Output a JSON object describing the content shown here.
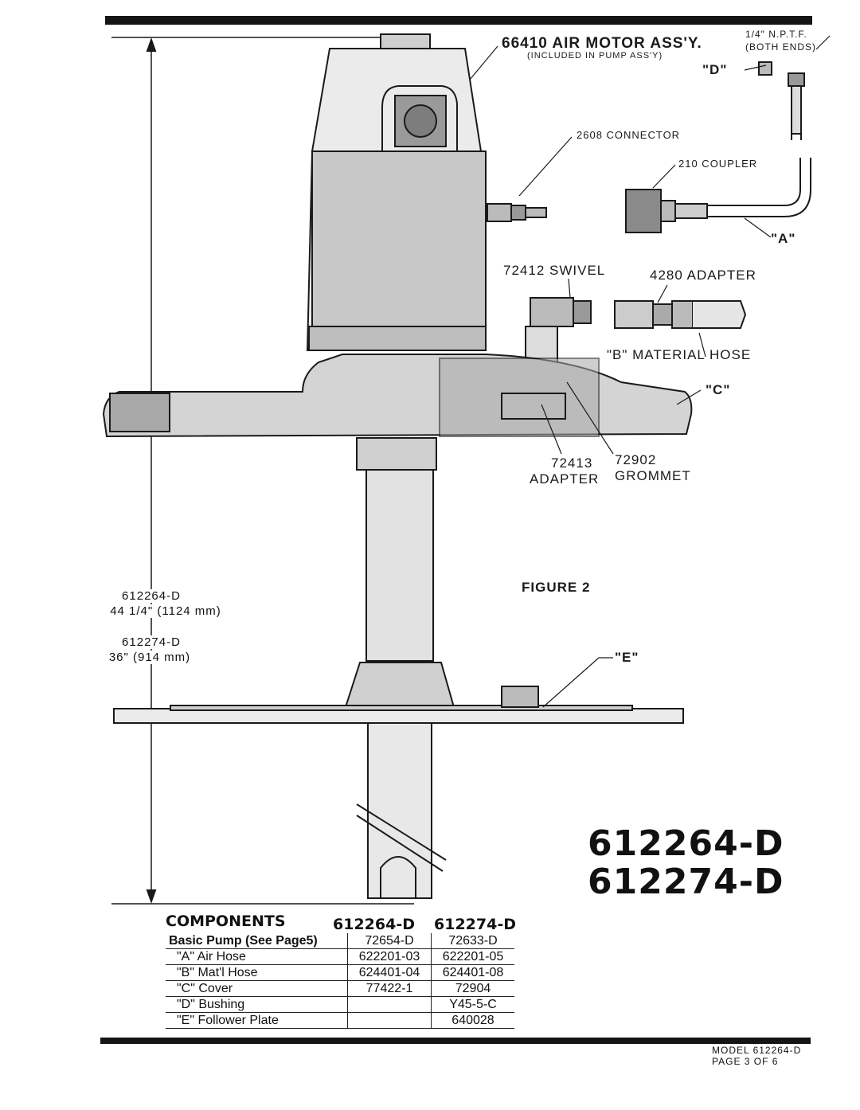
{
  "header": {
    "air_motor_title": "66410 AIR MOTOR ASS'Y.",
    "air_motor_sub": "(INCLUDED IN PUMP ASS'Y)"
  },
  "labels": {
    "nptf": "1/4\" N.P.T.F.",
    "both_ends": "(BOTH ENDS)",
    "d": "\"D\"",
    "connector": "2608 CONNECTOR",
    "coupler": "210 COUPLER",
    "a": "\"A\"",
    "swivel": "72412 SWIVEL",
    "adapter4280": "4280 ADAPTER",
    "b_material": "\"B\" MATERIAL HOSE",
    "c": "\"C\"",
    "adapter_num": "72413",
    "adapter_word": "ADAPTER",
    "grommet_num": "72902",
    "grommet_word": "GROMMET",
    "figure": "FIGURE 2",
    "e": "\"E\""
  },
  "dimensions": {
    "model1": "612264-D",
    "len1": "44 1/4\" (1124 mm)",
    "model2": "612274-D",
    "len2": "36\" (914 mm)"
  },
  "models": {
    "m1": "612264-D",
    "m2": "612274-D"
  },
  "components": {
    "title": "COMPONENTS",
    "col1": "612264-D",
    "col2": "612274-D",
    "rows": [
      {
        "name": "Basic Pump (See Page5)",
        "v1": "72654-D",
        "v2": "72633-D"
      },
      {
        "name": "\"A\" Air Hose",
        "v1": "622201-03",
        "v2": "622201-05"
      },
      {
        "name": "\"B\" Mat'l Hose",
        "v1": "624401-04",
        "v2": "624401-08"
      },
      {
        "name": "\"C\" Cover",
        "v1": "77422-1",
        "v2": "72904"
      },
      {
        "name": "\"D\" Bushing",
        "v1": "",
        "v2": "Y45-5-C"
      },
      {
        "name": "\"E\" Follower Plate",
        "v1": "",
        "v2": "640028"
      }
    ]
  },
  "footer": {
    "model": "MODEL 612264-D",
    "page": "PAGE 3 OF 6"
  }
}
